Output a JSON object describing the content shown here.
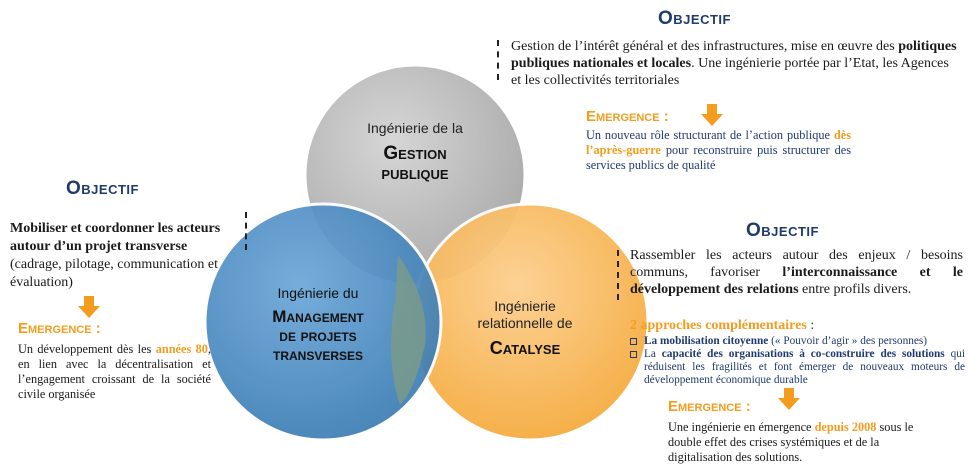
{
  "top": {
    "objectif": "Objectif",
    "text_1": "Gestion de l’intérêt général et des infrastructures, mise en œuvre des ",
    "text_bold": "politiques publiques nationales et locales",
    "text_2": ". Une ingénierie portée par l’Etat, les Agences et les collectivités territoriales",
    "emergence": "Emergence :",
    "emerg_1": "Un nouveau rôle structurant de l’action publique ",
    "emerg_highlight": "dès l’après-guerre",
    "emerg_2": " pour reconstruire puis structurer des services publics de qualité"
  },
  "left": {
    "objectif": "Objectif",
    "text_bold": "Mobiliser et coordonner les acteurs autour d’un projet transverse",
    "text_2": " (cadrage, pilotage, communication et évaluation)",
    "emergence": "Emergence :",
    "emerg_1": "Un développement dès les ",
    "emerg_highlight": "années 80",
    "emerg_2": ", en lien avec la décentralisation et l’engagement croissant de la société civile organisée"
  },
  "right": {
    "objectif": "Objectif",
    "text_1": "Rassembler les acteurs autour des enjeux / besoins communs, favoriser ",
    "text_bold_1": "l’interconnaissance et le développement des relations",
    "text_2": " entre profils divers.",
    "approches_title": "2 approches complémentaires",
    "approches_colon": " :",
    "item1_bold": "La mobilisation citoyenne",
    "item1_rest": " (« Pouvoir d’agir » des personnes)",
    "item2_1": "La ",
    "item2_bold": "capacité des organisations à co-construire des solutions",
    "item2_rest": " qui réduisent les fragilités et font émerger de nouveaux moteurs de développement économique durable",
    "emergence": "Emergence :",
    "emerg_1": "Une ingénierie en émergence ",
    "emerg_highlight": "depuis 2008",
    "emerg_2": " sous le double effet des crises systémiques et de la digitalisation des solutions."
  },
  "circles": {
    "gestion_line1": "Ingénierie de la",
    "gestion_line2": "Gestion",
    "gestion_line3": "publique",
    "management_line1": "Ingénierie du",
    "management_line2": "Management",
    "management_line3": "de projets",
    "management_line4": "transverses",
    "catalyse_line1": "Ingénierie",
    "catalyse_line2": "relationnelle de",
    "catalyse_line3": "Catalyse"
  },
  "colors": {
    "gestion": "#b8b8b8",
    "management": "#4a8ec4",
    "catalyse": "#f7b64e",
    "title": "#1f3a6e",
    "accent": "#f39c1e"
  }
}
